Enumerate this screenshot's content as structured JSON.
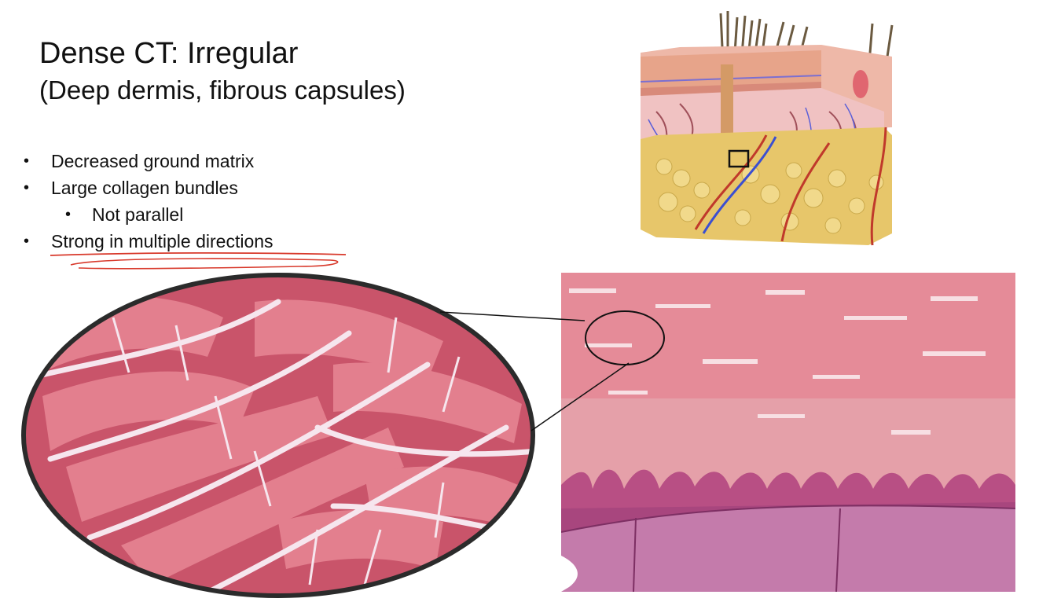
{
  "slide": {
    "title": "Dense CT: Irregular",
    "subtitle": "(Deep dermis, fibrous capsules)",
    "bullets": [
      {
        "text": "Decreased ground matrix",
        "level": 1
      },
      {
        "text": "Large collagen bundles",
        "level": 1
      },
      {
        "text": "Not parallel",
        "level": 2
      },
      {
        "text": "Strong in multiple directions",
        "level": 1
      }
    ]
  },
  "colors": {
    "annotation_ink": "#d8392b",
    "tissue_pink": "#d9737f",
    "epidermis_purple": "#b24a7f",
    "fat_yellow": "#e7c66a"
  }
}
